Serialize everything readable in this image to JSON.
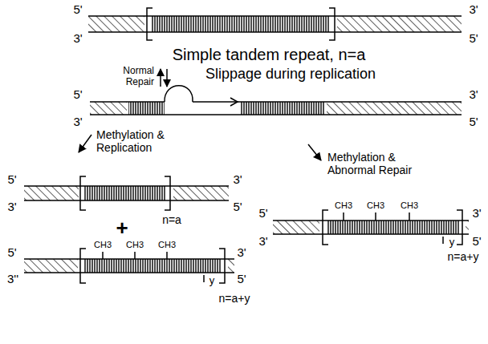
{
  "diagram": {
    "labels": [
      "5'",
      "3'",
      "3'",
      "5'",
      "Simple tandem repeat, n=a",
      "Normal Repair",
      "Slippage during replication",
      "5'",
      "3'",
      "3'",
      "5'",
      "Methylation & Replication",
      "Methylation & Abnormal Repair",
      "5'",
      "3'",
      "3'",
      "5'",
      "n=a",
      "+",
      "CH3",
      "CH3",
      "CH3",
      "5'",
      "3'",
      "3''",
      "5'",
      "y",
      "n=a+y",
      "CH3",
      "CH3",
      "CH3",
      "5'",
      "3'",
      "3'",
      "5'",
      "y",
      "n=a+y"
    ]
  }
}
